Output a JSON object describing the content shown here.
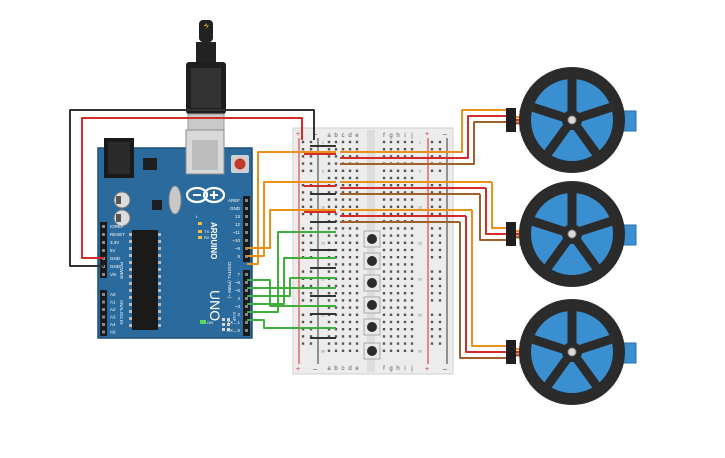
{
  "arduino": {
    "brand": "ARDUINO",
    "model": "UNO",
    "reset_label": "RESET",
    "icsp_label": "ICSP",
    "icsp2_label": "ICSP2",
    "tx_label": "TX",
    "rx_label": "RX",
    "on_label": "ON",
    "l_label": "L",
    "digital_label": "DIGITAL (PWM ~)",
    "power_label": "POWER",
    "analog_label": "ANALOG IN",
    "power_pins": [
      "IOREF",
      "RESET",
      "3.3V",
      "5V",
      "GND",
      "GND",
      "Vin"
    ],
    "analog_pins": [
      "A0",
      "A1",
      "A2",
      "A3",
      "A4",
      "A5"
    ],
    "digital_pins_top": [
      "AREF",
      "GND",
      "13",
      "12",
      "~11",
      "~10",
      "~9",
      "8"
    ],
    "digital_pins_bottom": [
      "7",
      "~6",
      "~5",
      "4",
      "~3",
      "2",
      "TX→1",
      "RX←0"
    ]
  },
  "breadboard": {
    "columns_left": [
      "a",
      "b",
      "c",
      "d",
      "e"
    ],
    "columns_right": [
      "f",
      "g",
      "h",
      "i",
      "j"
    ],
    "row_numbers": [
      "1",
      "5",
      "10",
      "15",
      "20",
      "25",
      "30"
    ]
  },
  "servos": [
    {
      "id": "servo-1"
    },
    {
      "id": "servo-2"
    },
    {
      "id": "servo-3"
    }
  ],
  "colors": {
    "board": "#2a6a9c",
    "wire_red": "#d42a2a",
    "wire_black": "#333333",
    "wire_orange": "#e8901a",
    "wire_brown": "#a0602a",
    "wire_green": "#3fae3a",
    "servo_blue": "#3a8fd0",
    "wheel": "#2b2b2b"
  }
}
